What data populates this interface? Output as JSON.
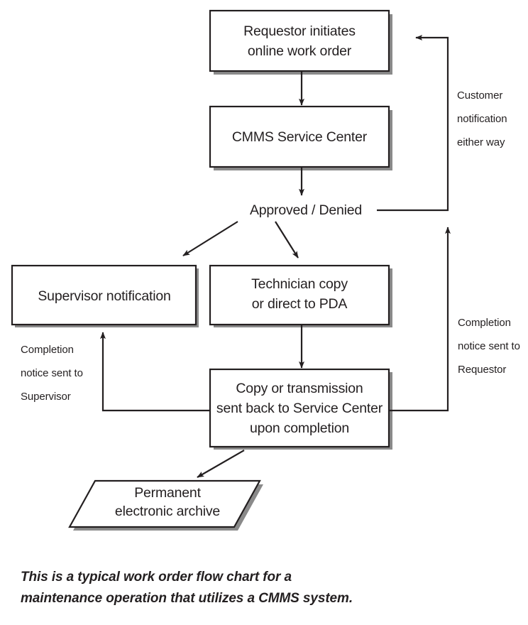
{
  "diagram": {
    "title_caption": {
      "line1": "This is a typical work order flow chart for a",
      "line2": "maintenance operation that utilizes a CMMS system."
    },
    "nodes": [
      {
        "id": "requestor",
        "shape": "rectangle",
        "line1": "Requestor initiates",
        "line2": "online work order"
      },
      {
        "id": "service-center",
        "shape": "rectangle",
        "line1": "CMMS Service Center",
        "line2": ""
      },
      {
        "id": "decision",
        "shape": "text",
        "line1": "Approved  /  Denied",
        "line2": ""
      },
      {
        "id": "supervisor-notification",
        "shape": "rectangle",
        "line1": "Supervisor notification",
        "line2": ""
      },
      {
        "id": "technician-copy",
        "shape": "rectangle",
        "line1": "Technician copy",
        "line2": "or direct to PDA"
      },
      {
        "id": "copy-transmission",
        "shape": "rectangle",
        "line1": "Copy or transmission",
        "line2": "sent back to Service Center",
        "line3": "upon completion"
      },
      {
        "id": "permanent-archive",
        "shape": "parallelogram",
        "line1": "Permanent",
        "line2": "electronic archive"
      }
    ],
    "edge_labels": [
      {
        "id": "customer-notification",
        "line1": "Customer",
        "line2": "notification",
        "line3": "either way"
      },
      {
        "id": "completion-supervisor",
        "line1": "Completion",
        "line2": "notice sent to",
        "line3": "Supervisor"
      },
      {
        "id": "completion-requestor",
        "line1": "Completion",
        "line2": "notice sent to",
        "line3": "Requestor"
      }
    ],
    "colors": {
      "stroke": "#231f20",
      "fill": "#ffffff",
      "shadow": "#8a8a8a",
      "background": "#ffffff"
    }
  }
}
